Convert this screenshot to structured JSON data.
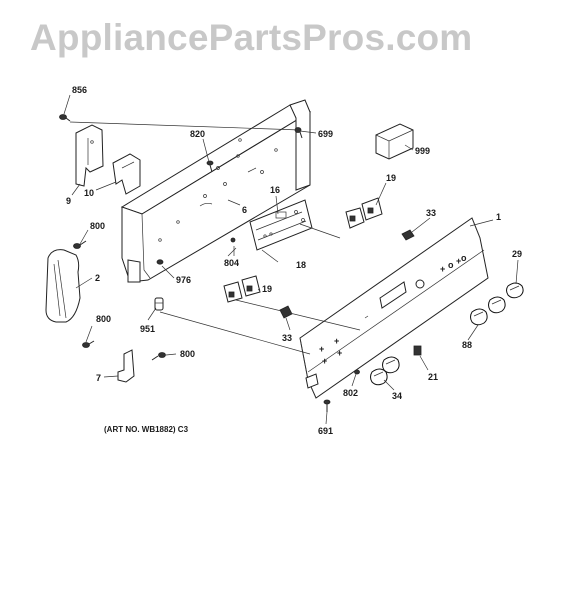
{
  "watermark": "AppliancePartsPros.com",
  "art_note": "(ART NO. WB1882) C3",
  "labels": {
    "p856": "856",
    "p820": "820",
    "p699": "699",
    "p999": "999",
    "p9": "9",
    "p10": "10",
    "p16": "16",
    "p19a": "19",
    "p6": "6",
    "p33a": "33",
    "p1": "1",
    "p800a": "800",
    "p2": "2",
    "p804": "804",
    "p18": "18",
    "p976": "976",
    "p19b": "19",
    "p29": "29",
    "p951": "951",
    "p800b": "800",
    "p33b": "33",
    "p88": "88",
    "p800c": "800",
    "p7": "7",
    "p802": "802",
    "p21": "21",
    "p34": "34",
    "p691": "691"
  }
}
